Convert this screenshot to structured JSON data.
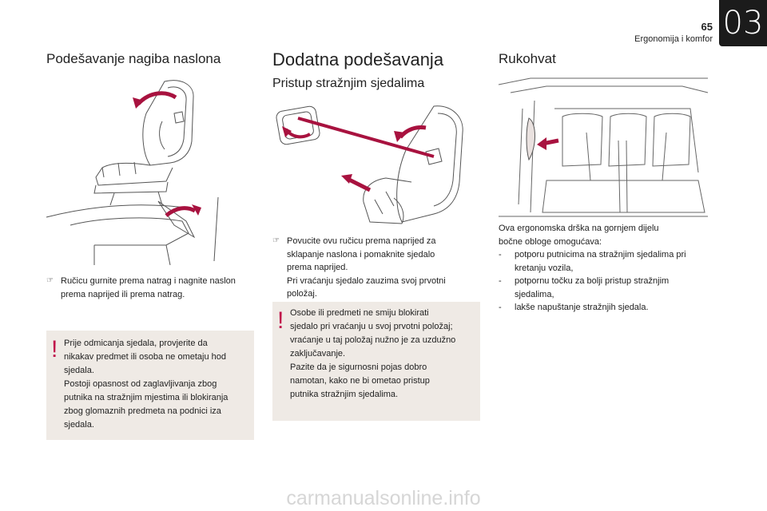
{
  "header": {
    "page_number": "65",
    "chapter_title": "Ergonomija i komfor",
    "chapter_number": "03"
  },
  "col1": {
    "heading": "Podešavanje nagiba naslona",
    "instruction": "Ručicu gurnite prema natrag i nagnite naslon prema naprijed ili prema natrag.",
    "warning_lines": [
      "Prije odmicanja sjedala, provjerite da",
      "nikakav predmet ili osoba ne ometaju hod",
      "sjedala.",
      "Postoji opasnost od zaglavljivanja zbog",
      "putnika na stražnjim mjestima ili blokiranja",
      "zbog glomaznih predmeta na podnici iza",
      "sjedala."
    ]
  },
  "col2": {
    "heading": "Dodatna podešavanja",
    "subheading": "Pristup stražnjim sjedalima",
    "instruction_lines": [
      "Povucite ovu ručicu prema naprijed za",
      "sklapanje naslona i pomaknite sjedalo",
      "prema naprijed.",
      "Pri vraćanju sjedalo zauzima svoj prvotni",
      "položaj."
    ],
    "warning_lines": [
      "Osobe ili predmeti ne smiju blokirati",
      "sjedalo pri vraćanju u svoj prvotni položaj;",
      "vraćanje u taj položaj nužno je za uzdužno",
      "zaključavanje.",
      "Pazite da je sigurnosni pojas dobro",
      "namotan, kako ne bi ometao pristup",
      "putnika stražnjim sjedalima."
    ]
  },
  "col3": {
    "heading": "Rukohvat",
    "intro_lines": [
      "Ova ergonomska drška na gornjem dijelu",
      "bočne obloge omogućava:"
    ],
    "items": [
      [
        "potporu putnicima na stražnjim sjedalima pri",
        "kretanju vozila,"
      ],
      [
        "potpornu točku za bolji pristup stražnjim",
        "sjedalima,"
      ],
      [
        "lakše napuštanje stražnjih sjedala."
      ]
    ]
  },
  "icons": {
    "bullet": "pointing-hand-icon",
    "warning": "exclamation-icon",
    "accent_color": "#a8123f"
  },
  "watermark": "carmanualsonline.info"
}
